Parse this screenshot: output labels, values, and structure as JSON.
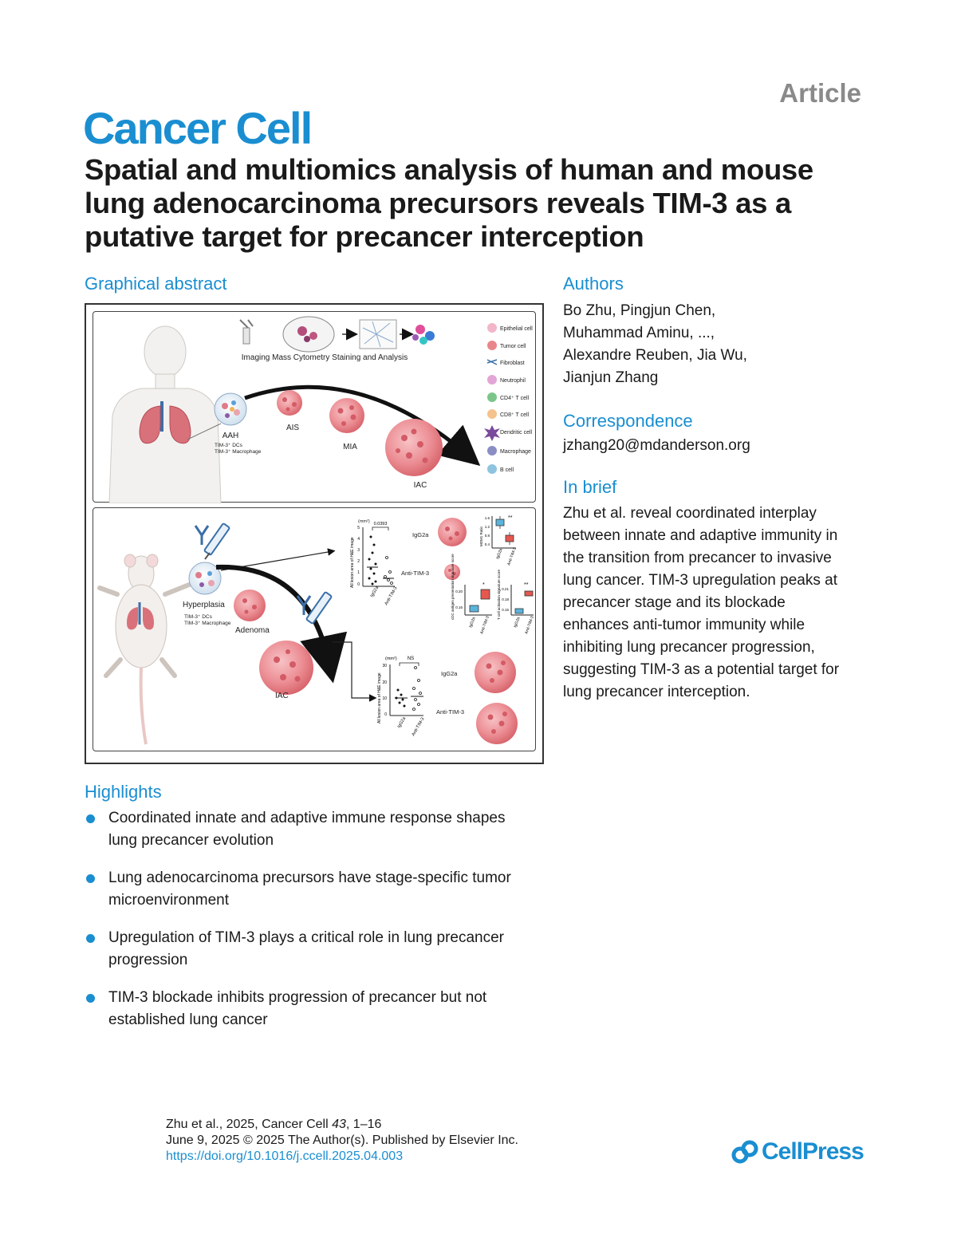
{
  "header": {
    "article_type": "Article",
    "journal": "Cancer Cell",
    "title": "Spatial and multiomics analysis of human and mouse lung adenocarcinoma precursors reveals TIM-3 as a putative target for precancer interception"
  },
  "graphical_abstract": {
    "heading": "Graphical abstract",
    "top_panel": {
      "workflow_label": "Imaging Mass Cytometry Staining and Analysis",
      "stages": [
        "AAH",
        "AIS",
        "MIA",
        "IAC"
      ],
      "aah_note_1": "TIM-3⁺ DCs",
      "aah_note_2": "TIM-3⁺ Macrophage",
      "legend": [
        "Epithelial cell",
        "Tumor cell",
        "Fibroblast",
        "Neutrophil",
        "CD4⁺ T cell",
        "CD8⁺ T cell",
        "Dendritic cell",
        "Macrophage",
        "B cell"
      ]
    },
    "bottom_panel": {
      "stages": [
        "Hyperplasia",
        "Adenoma",
        "IAC"
      ],
      "hyper_note_1": "TIM-3⁺ DCs",
      "hyper_note_2": "TIM-3⁺ Macrophage",
      "group_igg": "IgG2a",
      "group_anti": "Anti-TIM-3",
      "pval_top": "0.0393",
      "pval_bottom": "NS",
      "unit": "(mm²)",
      "ylabel_lesion": "All lesion area of H&E image",
      "ylabel_mdm": "MDM1 Ratio",
      "ylabel_cdc": "cDC antigen presentation signature score",
      "ylabel_tcell": "T cell activation signature score",
      "sig_1": "**",
      "sig_2": "*",
      "sig_3": "**",
      "ticks_top": [
        "5",
        "4",
        "3",
        "2",
        "1",
        "0"
      ],
      "ticks_bottom": [
        "30",
        "20",
        "10",
        "0"
      ],
      "ticks_mdm": [
        "1.6",
        "1.2",
        "0.8",
        "0.4"
      ],
      "ticks_cdc": [
        "0.20",
        "0.16"
      ],
      "ticks_tcell": [
        "0.21",
        "0.18",
        "0.15"
      ]
    }
  },
  "authors": {
    "heading": "Authors",
    "lines": [
      "Bo Zhu, Pingjun Chen,",
      "Muhammad Aminu, ...,",
      "Alexandre Reuben, Jia Wu,",
      "Jianjun Zhang"
    ]
  },
  "correspondence": {
    "heading": "Correspondence",
    "email": "jzhang20@mdanderson.org"
  },
  "in_brief": {
    "heading": "In brief",
    "lines": [
      "Zhu et al. reveal coordinated interplay",
      "between innate and adaptive immunity in",
      "the transition from precancer to invasive",
      "lung cancer. TIM-3 upregulation peaks at",
      "precancer stage and its blockade",
      "enhances anti-tumor immunity while",
      "inhibiting lung precancer progression,",
      "suggesting TIM-3 as a potential target for",
      "lung precancer interception."
    ]
  },
  "highlights": {
    "heading": "Highlights",
    "items": [
      {
        "line1": "Coordinated innate and adaptive immune response shapes",
        "line2": "lung precancer evolution"
      },
      {
        "line1": "Lung adenocarcinoma precursors have stage-specific tumor",
        "line2": "microenvironment"
      },
      {
        "line1": "Upregulation of TIM-3 plays a critical role in lung precancer",
        "line2": "progression"
      },
      {
        "line1": "TIM-3 blockade inhibits progression of precancer but not",
        "line2": "established lung cancer"
      }
    ]
  },
  "footer": {
    "citation_prefix": "Zhu et al., 2025, Cancer Cell ",
    "citation_volume": "43",
    "citation_pages": ", 1–16",
    "date_line": "June 9, 2025 © 2025 The Author(s). Published by Elsevier Inc.",
    "doi": "https://doi.org/10.1016/j.ccell.2025.04.003",
    "publisher": "CellPress"
  },
  "colors": {
    "accent": "#1a8ed1",
    "tumor_pink": "#e9868c",
    "box_blue": "#5ab3dc",
    "box_red": "#e5584f"
  }
}
